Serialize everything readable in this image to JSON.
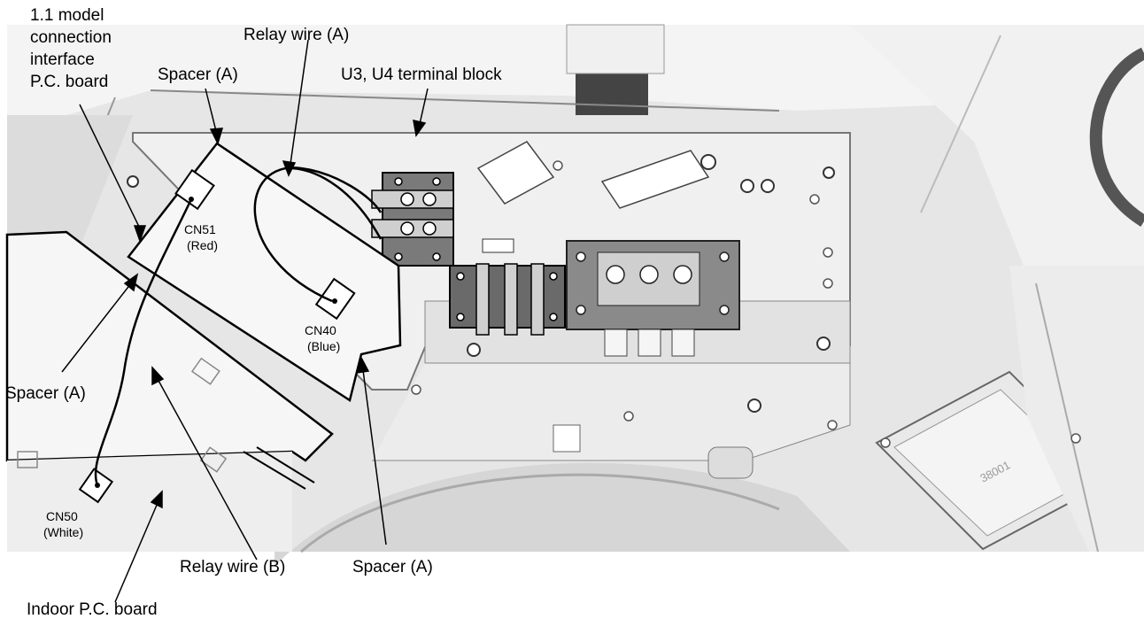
{
  "labels": {
    "interface_board": [
      "1.1 model",
      "connection",
      "interface",
      "P.C. board"
    ],
    "relay_wire_a": "Relay wire (A)",
    "spacer_a_top": "Spacer (A)",
    "terminal_block": "U3, U4 terminal block",
    "cn51": [
      "CN51",
      "(Red)"
    ],
    "cn40": [
      "CN40",
      "(Blue)"
    ],
    "spacer_a_left": "Spacer (A)",
    "cn50": [
      "CN50",
      "(White)"
    ],
    "relay_wire_b": "Relay wire (B)",
    "spacer_a_bottom": "Spacer (A)",
    "indoor_board": "Indoor P.C. board"
  },
  "nameplate_text": "38001",
  "colors": {
    "photo_bg": "#e9e9e9",
    "panel": "#f2f2f2",
    "metal": "#d4d4d4",
    "dark_metal": "#6e6e6e",
    "line": "#000000"
  }
}
